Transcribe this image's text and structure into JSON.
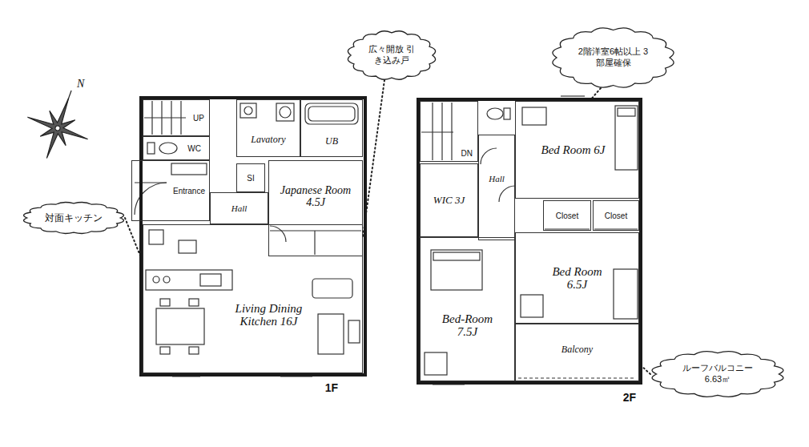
{
  "diagram": {
    "nodes": [
      {
        "text": [
          "1F"
        ]
      },
      {
        "text": [
          "UP"
        ],
        "in": 0
      },
      {
        "text": [
          "WC"
        ],
        "in": 0
      },
      {
        "text": [
          "Entrance"
        ],
        "in": 0
      },
      {
        "text": [
          "Lavatory"
        ],
        "in": 0
      },
      {
        "text": [
          "UB"
        ],
        "in": 0
      },
      {
        "text": [
          "SI"
        ],
        "in": 0
      },
      {
        "text": [
          "Hall"
        ],
        "in": 0
      },
      {
        "text": [
          "Japanese Room 4.5J"
        ],
        "in": 0
      },
      {
        "text": [
          "Living Dining Kitchen 16J"
        ],
        "in": 0
      },
      {
        "text": [
          "2F"
        ]
      },
      {
        "text": [
          "DN"
        ],
        "in": 10
      },
      {
        "text": [
          "Bed Room 6J"
        ],
        "in": 10
      },
      {
        "text": [
          "Hall"
        ],
        "in": 10
      },
      {
        "text": [
          "WIC 3J"
        ],
        "in": 10
      },
      {
        "text": [
          "Closet"
        ],
        "in": 10
      },
      {
        "text": [
          "Closet"
        ],
        "in": 10
      },
      {
        "text": [
          "Bed Room 6.5J"
        ],
        "in": 10
      },
      {
        "text": [
          "Bed-Room 7.5J"
        ],
        "in": 10
      },
      {
        "text": [
          "Balcony"
        ],
        "in": 10
      },
      {
        "text": [
          "広々開放 引き込み戸"
        ]
      },
      {
        "text": [
          "対面キッチン"
        ]
      },
      {
        "text": [
          "2階洋室6帖以上 3部屋確保"
        ]
      },
      {
        "text": [
          "ルーフバルコニー 6.63㎡"
        ]
      }
    ],
    "edges": [
      {
        "from": 20,
        "to": 8,
        "arrow": "none"
      },
      {
        "from": 21,
        "to": 9,
        "arrow": "none"
      },
      {
        "from": 22,
        "to": 12,
        "arrow": "none"
      },
      {
        "from": 23,
        "to": 19,
        "arrow": "none"
      }
    ],
    "labels": [
      "N"
    ]
  }
}
